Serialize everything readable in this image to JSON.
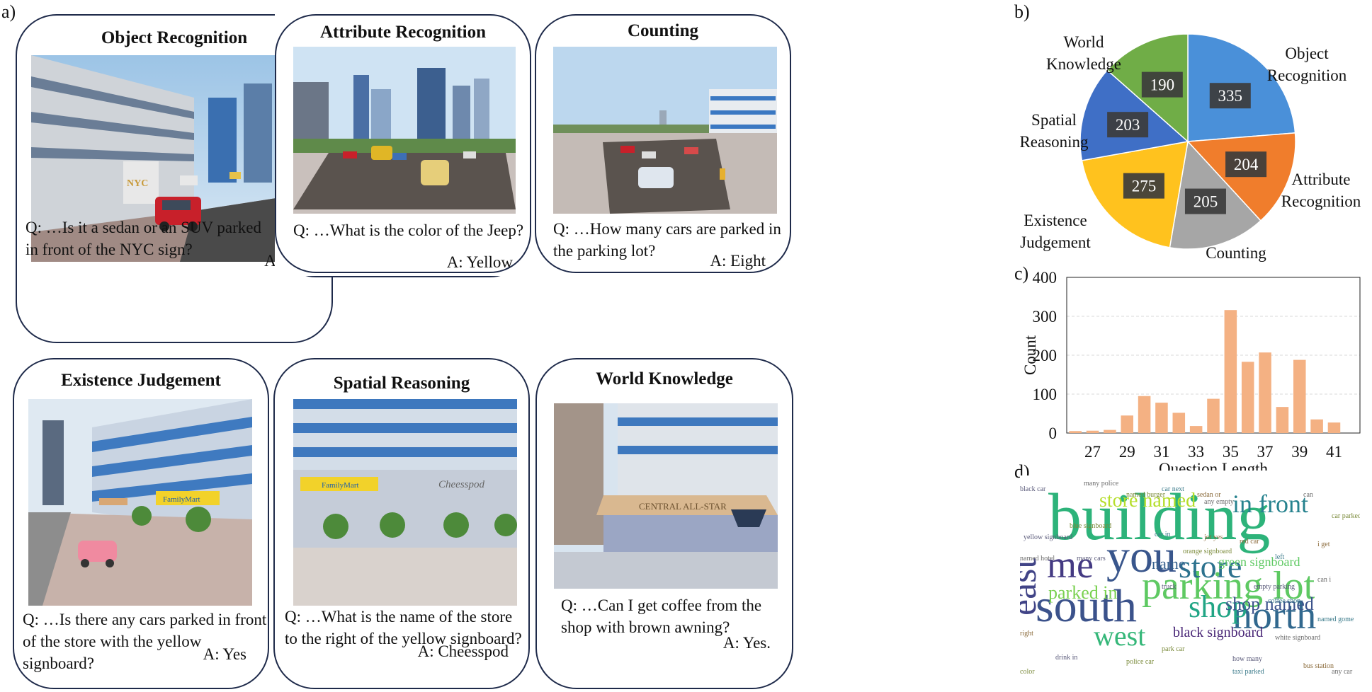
{
  "labels": {
    "a": "a)",
    "b": "b)",
    "c": "c)",
    "d": "d)"
  },
  "cards": [
    {
      "title": "Object Recognition",
      "question": "Q: …Is it a sedan or an SUV parked in front of the NYC sign?",
      "answer": "A: SUV",
      "sign": "NYC"
    },
    {
      "title": "Attribute Recognition",
      "question": "Q: …What is the color of the Jeep?",
      "answer": "A: Yellow"
    },
    {
      "title": "Counting",
      "question": "Q: …How many cars are parked in the parking lot?",
      "answer": "A: Eight"
    },
    {
      "title": "Existence Judgement",
      "question": "Q: …Is there any cars parked in front of the store with the yellow signboard?",
      "answer": "A: Yes",
      "sign": "FamilyMart"
    },
    {
      "title": "Spatial Reasoning",
      "question": "Q: …What is the name of the store to the right of the yellow signboard?",
      "answer": "A: Cheesspod",
      "sign": "FamilyMart",
      "sign2": "Cheesspod"
    },
    {
      "title": "World Knowledge",
      "question": "Q: …Can I get coffee  from the shop with brown awning?",
      "answer": "A: Yes.",
      "sign": "CENTRAL ALL-STAR"
    }
  ],
  "pie": {
    "slices": [
      {
        "label": "Object Recognition",
        "value": 335,
        "color": "#4a90d9"
      },
      {
        "label": "Attribute Recognition",
        "value": 204,
        "color": "#f07d2c"
      },
      {
        "label": "Counting",
        "value": 205,
        "color": "#a6a6a6"
      },
      {
        "label": "Existence Judgement",
        "value": 275,
        "color": "#ffc21e"
      },
      {
        "label": "Spatial Reasoning",
        "value": 203,
        "color": "#3f6fc6"
      },
      {
        "label": "World Knowledge",
        "value": 190,
        "color": "#70ad47"
      }
    ],
    "outer_labels": {
      "object": "Object\nRecognition",
      "attribute": "Attribute\nRecognition",
      "counting": "Counting",
      "existence": "Existence\nJudgement",
      "spatial": "Spatial\nReasoning",
      "world": "World\nKnowledge"
    }
  },
  "chart_data": {
    "type": "bar",
    "xlabel": "Question Length",
    "ylabel": "Count",
    "ylim": [
      0,
      400
    ],
    "yticks": [
      0,
      100,
      200,
      300,
      400
    ],
    "xticks": [
      27,
      29,
      31,
      33,
      35,
      37,
      39,
      41
    ],
    "x": [
      26,
      27,
      28,
      29,
      30,
      31,
      32,
      33,
      34,
      35,
      36,
      37,
      38,
      39,
      40,
      41,
      42
    ],
    "values": [
      5,
      6,
      8,
      45,
      95,
      78,
      52,
      18,
      88,
      316,
      183,
      207,
      67,
      188,
      35,
      27,
      0
    ],
    "color": "#f4b183",
    "grid": true
  },
  "wordcloud": {
    "big": [
      {
        "t": "building",
        "c": "#2db37a"
      },
      {
        "t": "you",
        "c": "#39568c"
      },
      {
        "t": "south",
        "c": "#3b528b"
      },
      {
        "t": "parking lot",
        "c": "#5ec962"
      },
      {
        "t": "north",
        "c": "#31688e"
      },
      {
        "t": "me",
        "c": "#443a83"
      },
      {
        "t": "east",
        "c": "#414487"
      },
      {
        "t": "shop",
        "c": "#21a585"
      },
      {
        "t": "store",
        "c": "#2c728e"
      },
      {
        "t": "west",
        "c": "#35b779"
      },
      {
        "t": "in front",
        "c": "#26828e"
      },
      {
        "t": "store named",
        "c": "#b5de2b"
      },
      {
        "t": "shop named",
        "c": "#3b528b"
      },
      {
        "t": "name",
        "c": "#355f8d"
      },
      {
        "t": "parked in",
        "c": "#7ad151"
      },
      {
        "t": "black signboard",
        "c": "#482576"
      },
      {
        "t": "green signboard",
        "c": "#5ec962"
      }
    ],
    "small": [
      "many police",
      "black car",
      "named burger",
      "car next",
      "sedan or",
      "can",
      "yellow signboard",
      "blue signboard",
      "car in",
      "red car",
      "named hotel",
      "many cars",
      "orange signboard",
      "left",
      "right",
      "white signboard",
      "how many",
      "police car",
      "taxi parked",
      "bus station",
      "any car",
      "drink in",
      "color",
      "coffee shop",
      "i get",
      "can i",
      "empty parking",
      "car parked",
      "named gome",
      "jot yes",
      "any empty",
      "truck",
      "park car"
    ]
  }
}
